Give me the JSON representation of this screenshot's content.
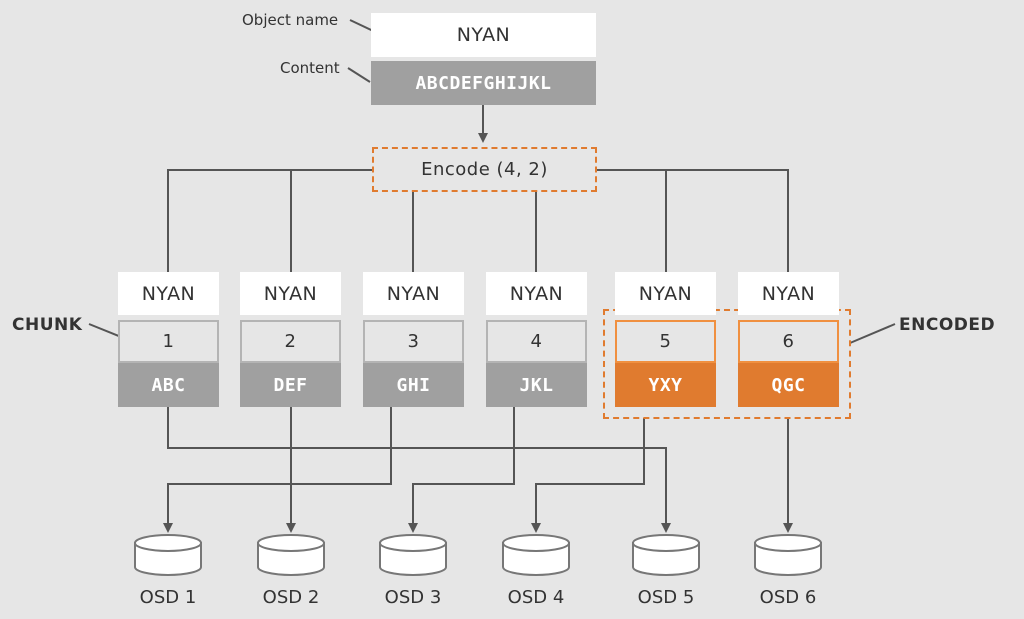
{
  "object": {
    "name_label": "Object name",
    "content_label": "Content",
    "name": "NYAN",
    "content": "ABCDEFGHIJKL"
  },
  "encode": {
    "label": "Encode (4, 2)"
  },
  "labels": {
    "chunk": "CHUNK",
    "encoded": "ENCODED"
  },
  "chunks": [
    {
      "name": "NYAN",
      "number": "1",
      "data": "ABC",
      "encoded": false
    },
    {
      "name": "NYAN",
      "number": "2",
      "data": "DEF",
      "encoded": false
    },
    {
      "name": "NYAN",
      "number": "3",
      "data": "GHI",
      "encoded": false
    },
    {
      "name": "NYAN",
      "number": "4",
      "data": "JKL",
      "encoded": false
    },
    {
      "name": "NYAN",
      "number": "5",
      "data": "YXY",
      "encoded": true
    },
    {
      "name": "NYAN",
      "number": "6",
      "data": "QGC",
      "encoded": true
    }
  ],
  "osds": [
    "OSD 1",
    "OSD 2",
    "OSD 3",
    "OSD 4",
    "OSD 5",
    "OSD 6"
  ],
  "colors": {
    "line": "#555555",
    "accent": "#e07b2f",
    "gray_fill": "#a0a0a0",
    "background": "#e6e6e6"
  }
}
